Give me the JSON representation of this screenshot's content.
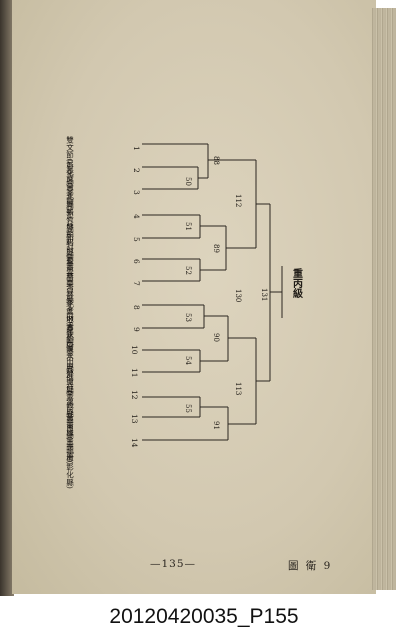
{
  "document": {
    "bracket_title": "重丙級",
    "page_number_text": "—135—",
    "section_text": "圖 衛 9",
    "caption": "20120420035_P155"
  },
  "bracket": {
    "teams": [
      {
        "seed": "1",
        "name": "雙文節(彰化縣)"
      },
      {
        "seed": "2",
        "name": "呂泰文(臺北縣)"
      },
      {
        "seed": "3",
        "name": "黃金鑾(新竹縣)"
      },
      {
        "seed": "4",
        "name": "張炎發(新竹縣)"
      },
      {
        "seed": "5",
        "name": "顏昭財(臺南市)"
      },
      {
        "seed": "6",
        "name": "劉雲霖(臺中縣)"
      },
      {
        "seed": "7",
        "name": "黃秀林(北區地方法院)"
      },
      {
        "seed": "8",
        "name": "李金財(臺北市)"
      },
      {
        "seed": "9",
        "name": "余欽宗(臺中縣)"
      },
      {
        "seed": "10",
        "name": "陳水田(屏東縣)"
      },
      {
        "seed": "11",
        "name": "林坤祥(嘉義縣)"
      },
      {
        "seed": "12",
        "name": "李漢民(臺南縣)"
      },
      {
        "seed": "13",
        "name": "黃萬雄(臺北市)"
      },
      {
        "seed": "14",
        "name": "王國慶(彰化縣)"
      }
    ],
    "games": {
      "g50": "50",
      "g88": "88",
      "g51": "51",
      "g52": "52",
      "g89": "89",
      "g112": "112",
      "g53": "53",
      "g54": "54",
      "g90": "90",
      "g55": "55",
      "g91": "91",
      "g113": "113",
      "g130": "130",
      "g131": "131"
    }
  }
}
